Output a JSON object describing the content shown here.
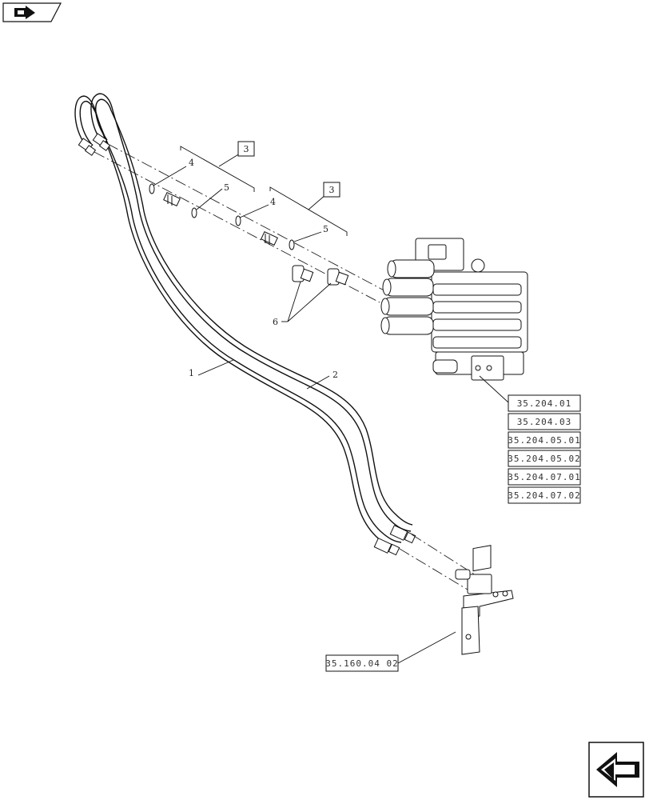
{
  "nav": {
    "prev_icon": "page-back-icon",
    "next_icon": "page-forward-icon"
  },
  "callouts": {
    "hose_1": "1",
    "hose_2": "2",
    "washer_4a": "4",
    "seal_5a": "5",
    "washer_4b": "4",
    "seal_5b": "5",
    "adapter_6": "6"
  },
  "kit_boxes": {
    "kit_a": "3",
    "kit_b": "3"
  },
  "references": [
    "35.204.01",
    "35.204.03",
    "35.204.05.01",
    "35.204.05.02",
    "35.204.07.01",
    "35.204.07.02"
  ],
  "bracket_reference": "35.160.04 02"
}
